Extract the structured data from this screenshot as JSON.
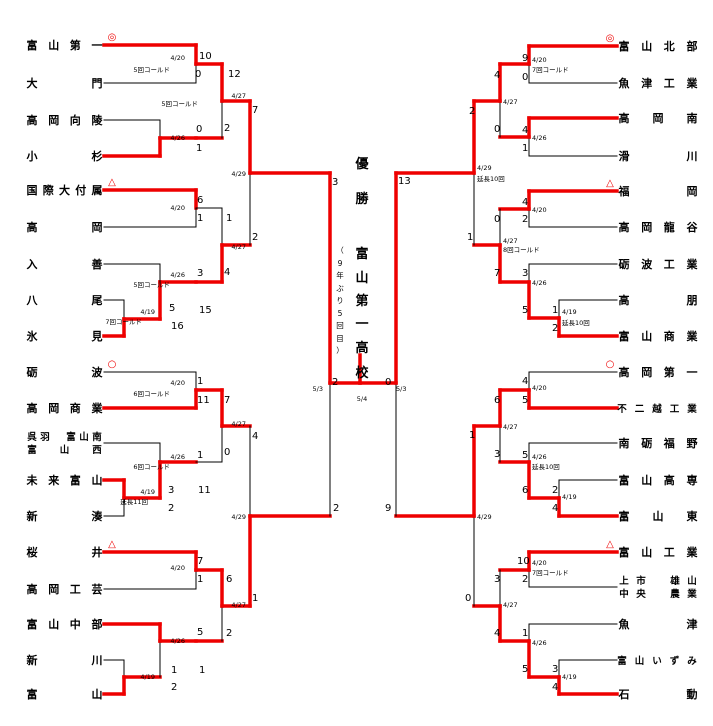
{
  "champion": {
    "label": [
      "優",
      "勝"
    ],
    "name": [
      "富",
      "山",
      "第",
      "一",
      "高",
      "校"
    ],
    "note": [
      "（",
      "9",
      "年",
      "ぶ",
      "り",
      "5",
      "回",
      "目",
      "）"
    ]
  },
  "teams": {
    "left": [
      {
        "name": "富山第一",
        "mark": "◎"
      },
      {
        "name": "大門"
      },
      {
        "name": "高岡向陵"
      },
      {
        "name": "小杉"
      },
      {
        "name": "国際大付属",
        "mark": "△"
      },
      {
        "name": "高岡"
      },
      {
        "name": "入善"
      },
      {
        "name": "八尾"
      },
      {
        "name": "氷見"
      },
      {
        "name": "砺波",
        "mark": "○"
      },
      {
        "name": "高岡商業"
      },
      {
        "name": "呉羽 富山南",
        "name2": "富山西"
      },
      {
        "name": "未来富山"
      },
      {
        "name": "新湊"
      },
      {
        "name": "桜井",
        "mark": "△"
      },
      {
        "name": "高岡工芸"
      },
      {
        "name": "富山中部"
      },
      {
        "name": "新川"
      },
      {
        "name": "富山"
      }
    ],
    "right": [
      {
        "name": "富山北部",
        "mark": "◎"
      },
      {
        "name": "魚津工業"
      },
      {
        "name": "高岡南"
      },
      {
        "name": "滑川"
      },
      {
        "name": "福岡",
        "mark": "△"
      },
      {
        "name": "高岡龍谷"
      },
      {
        "name": "砺波工業"
      },
      {
        "name": "高朋"
      },
      {
        "name": "富山商業"
      },
      {
        "name": "高岡第一",
        "mark": "○"
      },
      {
        "name": "不二越工業"
      },
      {
        "name": "南砺福野"
      },
      {
        "name": "富山高専"
      },
      {
        "name": "富山東"
      },
      {
        "name": "富山工業",
        "mark": "△"
      },
      {
        "name": "上市 雄山",
        "name2": "中央 農業"
      },
      {
        "name": "魚津"
      },
      {
        "name": "富山いずみ"
      },
      {
        "name": "石動"
      }
    ]
  },
  "annotations": {
    "left": [
      {
        "score": "10"
      },
      {
        "date": "4/20"
      },
      {
        "note": "5回コールド"
      },
      {
        "score": "0"
      },
      {
        "score": "12"
      },
      {
        "date": "4/27"
      },
      {
        "note": "5回コールド"
      },
      {
        "score": "0"
      },
      {
        "date": "4/26"
      },
      {
        "score": "1"
      },
      {
        "score": "2"
      },
      {
        "score": "7"
      },
      {
        "score": "6"
      },
      {
        "date": "4/20"
      },
      {
        "score": "1"
      },
      {
        "score": "1"
      },
      {
        "date": "4/29"
      },
      {
        "score": "3"
      },
      {
        "score": "2"
      },
      {
        "date": "4/27"
      },
      {
        "score": "4"
      },
      {
        "date": "4/26"
      },
      {
        "note": "5回コールド"
      },
      {
        "score": "3"
      },
      {
        "score": "15"
      },
      {
        "score": "5"
      },
      {
        "date": "4/19"
      },
      {
        "note": "7回コールド"
      },
      {
        "score": "16"
      },
      {
        "score": "1"
      },
      {
        "date": "4/20"
      },
      {
        "note": "6回コールド"
      },
      {
        "score": "11"
      },
      {
        "score": "7"
      },
      {
        "date": "4/27"
      },
      {
        "score": "4"
      },
      {
        "score": "0"
      },
      {
        "score": "1"
      },
      {
        "date": "4/26"
      },
      {
        "note": "6回コールド"
      },
      {
        "score": "3"
      },
      {
        "score": "11"
      },
      {
        "date": "4/19"
      },
      {
        "note": "延長11回"
      },
      {
        "score": "2"
      },
      {
        "date": "4/29"
      },
      {
        "score": "2"
      },
      {
        "score": "7"
      },
      {
        "date": "4/20"
      },
      {
        "score": "1"
      },
      {
        "score": "6"
      },
      {
        "date": "4/27"
      },
      {
        "score": "1"
      },
      {
        "score": "5"
      },
      {
        "date": "4/26"
      },
      {
        "score": "2"
      },
      {
        "score": "1"
      },
      {
        "score": "1"
      },
      {
        "date": "4/19"
      },
      {
        "score": "2"
      },
      {
        "score": "2"
      },
      {
        "date": "5/3"
      }
    ],
    "right": [
      {
        "score": "9"
      },
      {
        "date": "4/20"
      },
      {
        "note": "7回コールド"
      },
      {
        "score": "0"
      },
      {
        "score": "4"
      },
      {
        "date": "4/27"
      },
      {
        "score": "2"
      },
      {
        "score": "0"
      },
      {
        "score": "4"
      },
      {
        "date": "4/26"
      },
      {
        "score": "1"
      },
      {
        "score": "13"
      },
      {
        "date": "4/29"
      },
      {
        "note": "延長10回"
      },
      {
        "score": "4"
      },
      {
        "date": "4/20"
      },
      {
        "score": "2"
      },
      {
        "score": "0"
      },
      {
        "score": "1"
      },
      {
        "date": "4/27"
      },
      {
        "note": "8回コールド"
      },
      {
        "score": "7"
      },
      {
        "score": "3"
      },
      {
        "date": "4/26"
      },
      {
        "score": "5"
      },
      {
        "score": "1"
      },
      {
        "date": "4/19"
      },
      {
        "note": "延長10回"
      },
      {
        "score": "2"
      },
      {
        "score": "0"
      },
      {
        "date": "5/3"
      },
      {
        "score": "4"
      },
      {
        "date": "4/20"
      },
      {
        "score": "5"
      },
      {
        "score": "6"
      },
      {
        "date": "4/27"
      },
      {
        "score": "1"
      },
      {
        "score": "5"
      },
      {
        "date": "4/26"
      },
      {
        "note": "延長10回"
      },
      {
        "score": "3"
      },
      {
        "score": "6"
      },
      {
        "score": "2"
      },
      {
        "date": "4/19"
      },
      {
        "score": "4"
      },
      {
        "score": "9"
      },
      {
        "date": "4/29"
      },
      {
        "score": "10"
      },
      {
        "date": "4/20"
      },
      {
        "note": "7回コールド"
      },
      {
        "score": "2"
      },
      {
        "score": "3"
      },
      {
        "date": "4/27"
      },
      {
        "score": "0"
      },
      {
        "score": "1"
      },
      {
        "date": "4/26"
      },
      {
        "score": "4"
      },
      {
        "score": "5"
      },
      {
        "score": "3"
      },
      {
        "date": "4/19"
      },
      {
        "score": "4"
      }
    ],
    "final": [
      {
        "score": "2"
      },
      {
        "date": "5/3"
      },
      {
        "date": "5/4"
      }
    ]
  },
  "colors": {
    "win": "#ee0000",
    "lose": "#000000",
    "mark": "#ee0000"
  }
}
